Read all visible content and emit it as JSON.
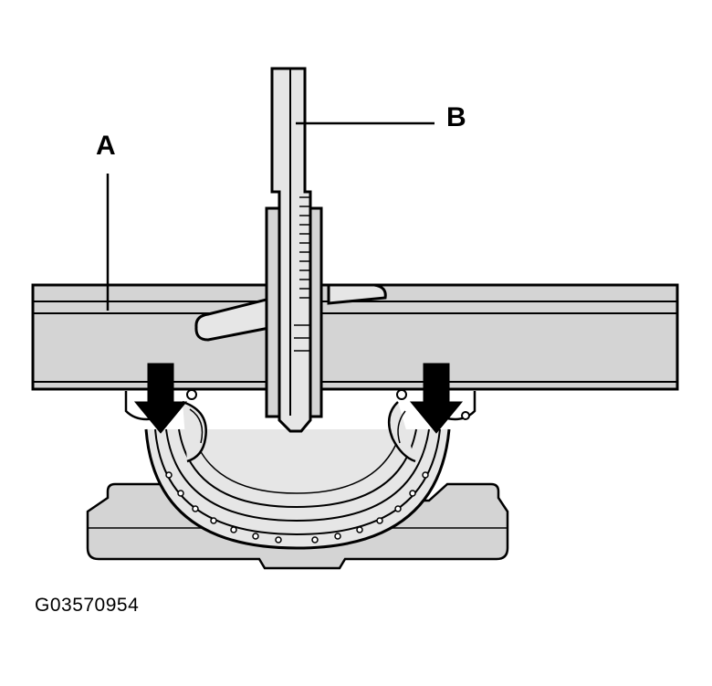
{
  "labels": {
    "a": "A",
    "b": "B"
  },
  "caption": "G03570954",
  "colors": {
    "background": "#ffffff",
    "part_fill": "#d4d4d4",
    "part_fill_light": "#e6e6e6",
    "outline": "#000000"
  }
}
